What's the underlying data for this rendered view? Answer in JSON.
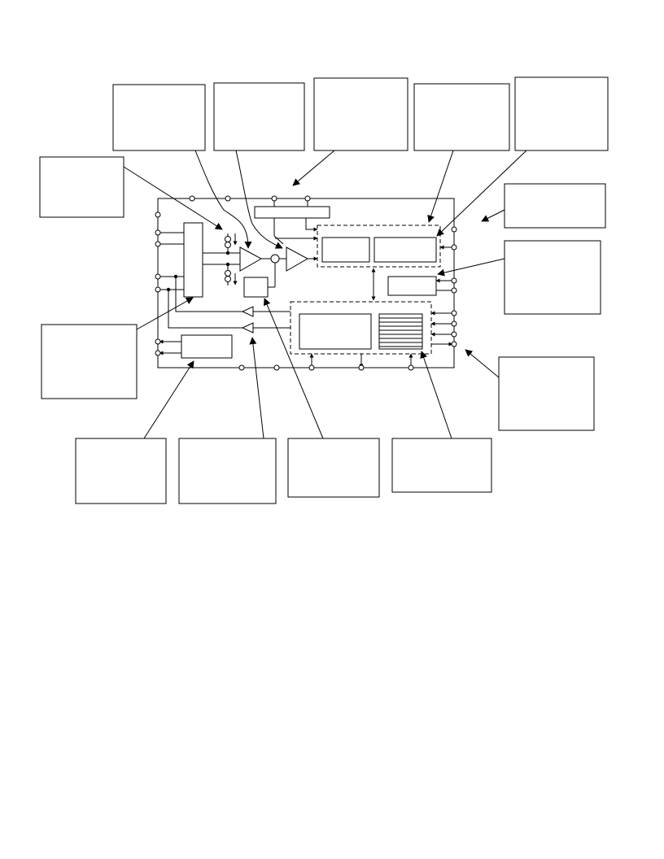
{
  "figure": {
    "callouts": [
      {
        "id": "callout-top-1",
        "text": ""
      },
      {
        "id": "callout-top-2",
        "text": ""
      },
      {
        "id": "callout-top-3",
        "text": ""
      },
      {
        "id": "callout-top-4",
        "text": ""
      },
      {
        "id": "callout-top-5",
        "text": ""
      },
      {
        "id": "callout-left-upper",
        "text": ""
      },
      {
        "id": "callout-left-lower",
        "text": ""
      },
      {
        "id": "callout-right-1",
        "text": ""
      },
      {
        "id": "callout-right-2",
        "text": ""
      },
      {
        "id": "callout-right-3",
        "text": ""
      },
      {
        "id": "callout-bottom-1",
        "text": ""
      },
      {
        "id": "callout-bottom-2",
        "text": ""
      },
      {
        "id": "callout-bottom-3",
        "text": ""
      },
      {
        "id": "callout-bottom-4",
        "text": ""
      }
    ]
  }
}
